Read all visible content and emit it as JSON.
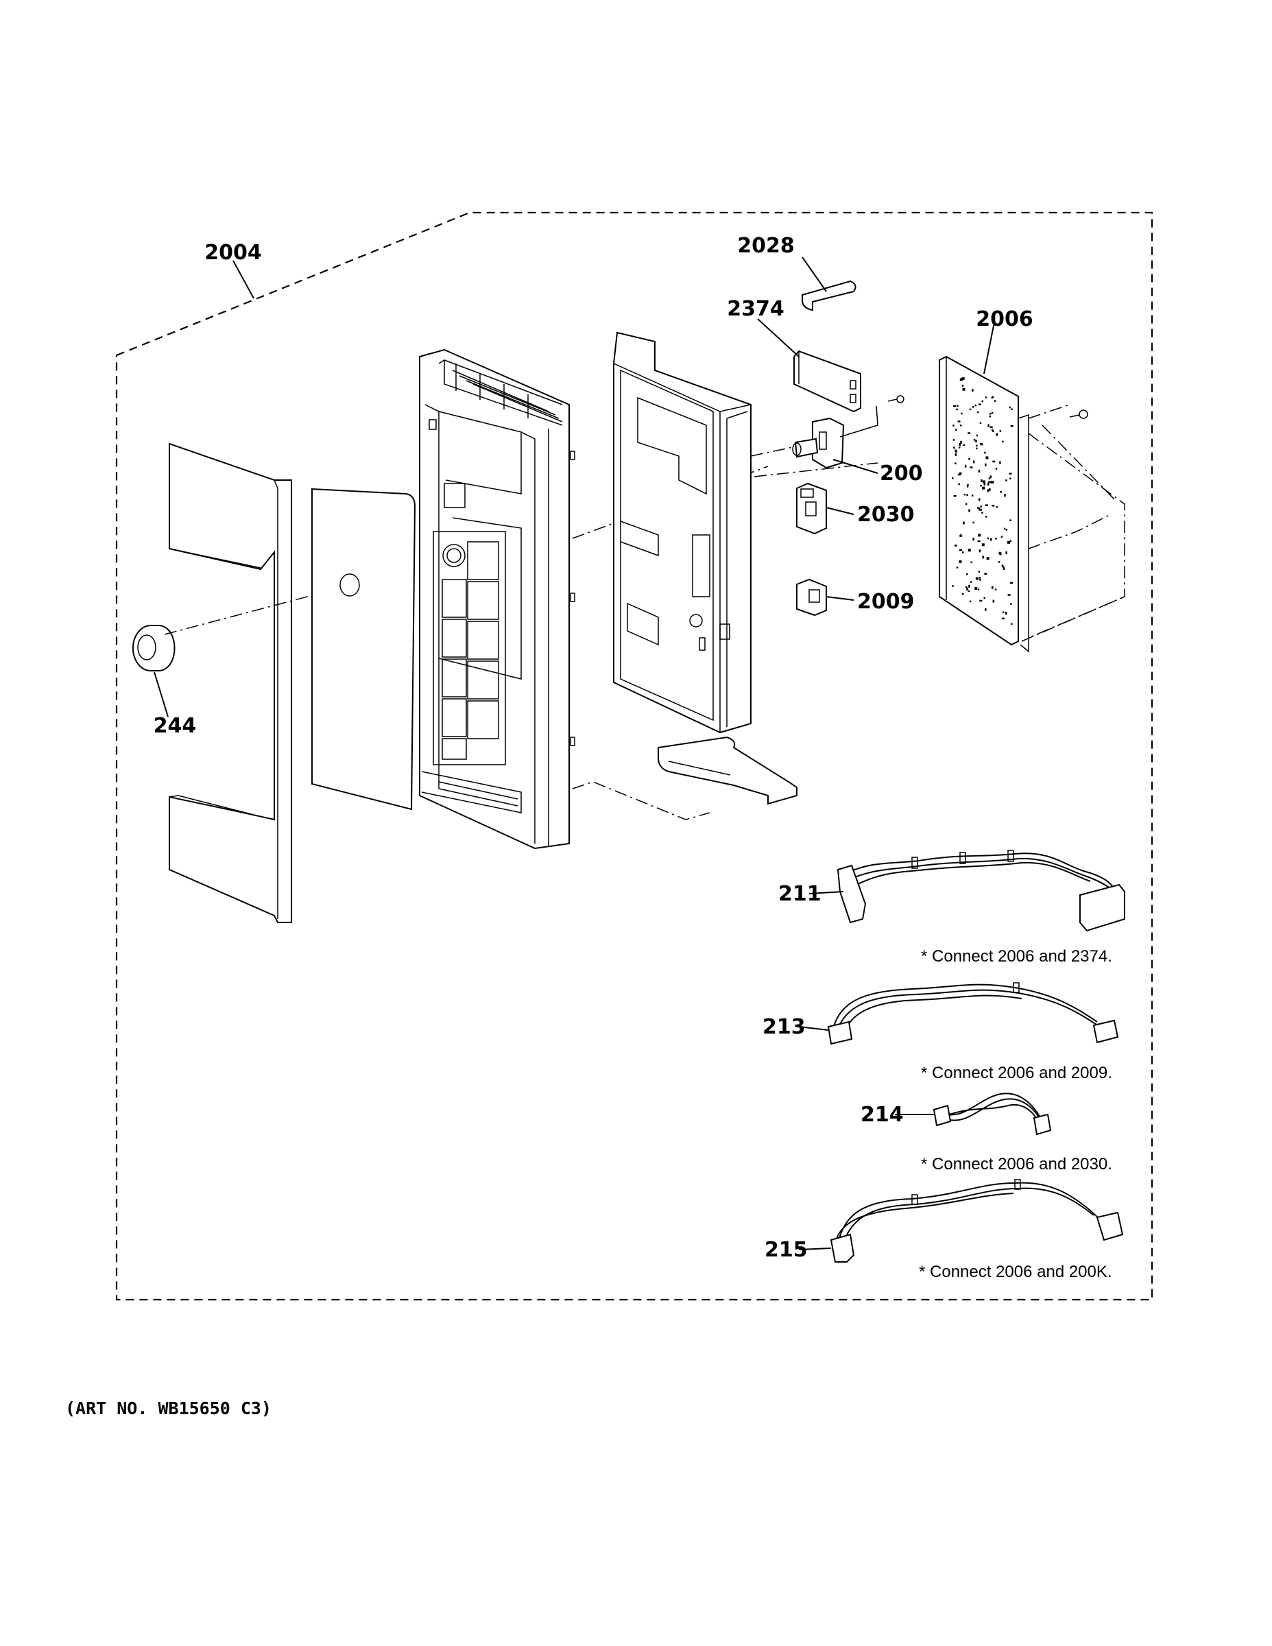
{
  "labels": {
    "door_assembly": "2004",
    "knob": "244",
    "clip": "2028",
    "module": "2374",
    "main_board": "2006",
    "switch_board": "200",
    "board_2030": "2030",
    "board_2009": "2009",
    "harness_211": "211",
    "harness_213": "213",
    "harness_214": "214",
    "harness_215": "215"
  },
  "notes": {
    "harness_211": "* Connect 2006 and 2374.",
    "harness_213": "* Connect 2006 and 2009.",
    "harness_214": "* Connect 2006 and 2030.",
    "harness_215": "* Connect 2006 and 200K."
  },
  "art_number": "(ART NO. WB15650 C3)"
}
